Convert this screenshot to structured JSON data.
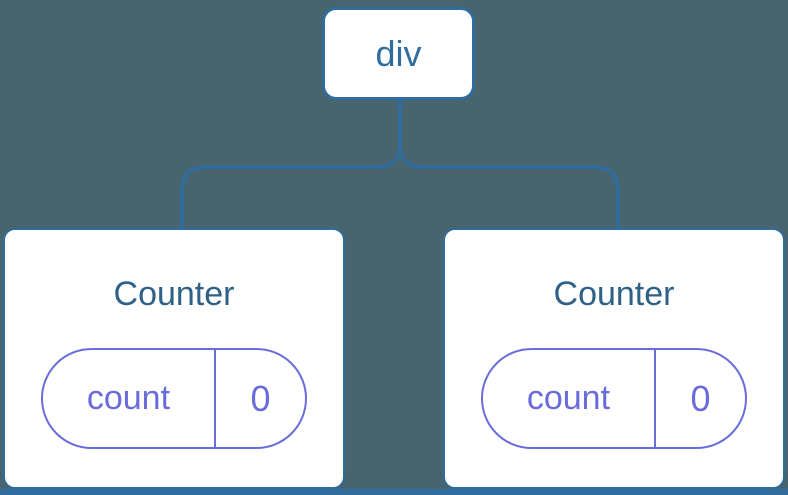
{
  "colors": {
    "background": "#48646E",
    "node-stroke": "#2E6D9E",
    "node-fill": "#FFFFFF",
    "title-text": "#2D6186",
    "state-purple": "#686DDB"
  },
  "tree": {
    "root": {
      "label": "div"
    },
    "children": [
      {
        "label": "Counter",
        "state": {
          "key": "count",
          "value": "0"
        }
      },
      {
        "label": "Counter",
        "state": {
          "key": "count",
          "value": "0"
        }
      }
    ]
  }
}
